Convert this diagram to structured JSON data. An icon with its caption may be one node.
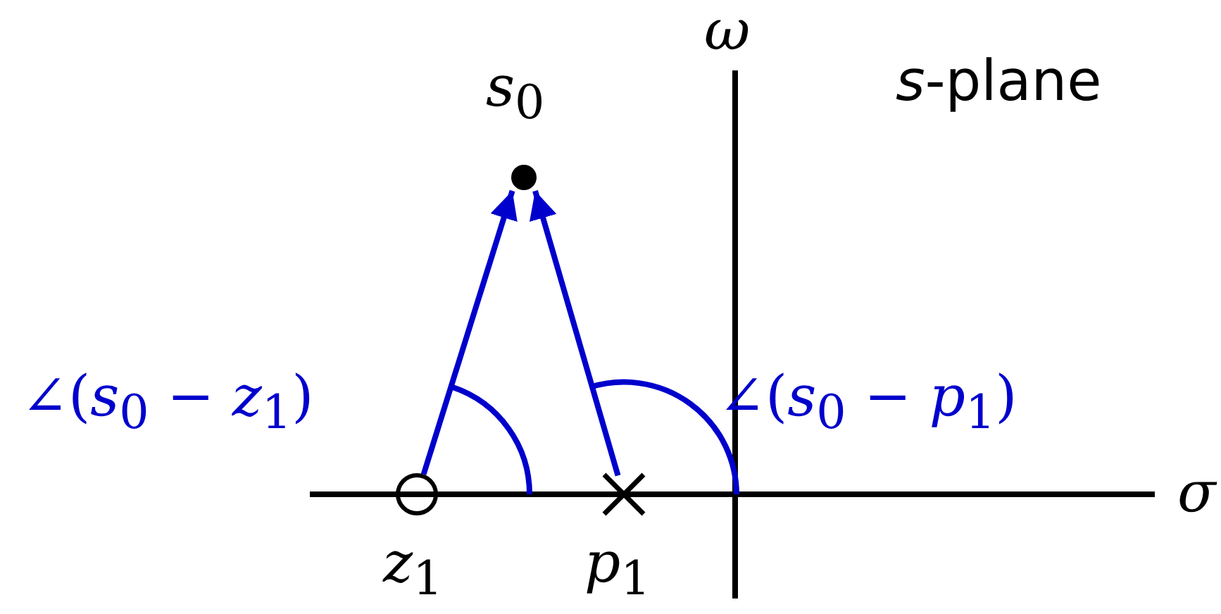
{
  "diagram": {
    "nodes": [
      {
        "text": [],
        "shape": "circle",
        "beside": [
          "*s*$_{0}$"
        ]
      },
      {
        "text": [],
        "shape": "circle",
        "beside": [
          "*z*$_{1}$"
        ]
      },
      {
        "text": [],
        "shape": "cross",
        "beside": [
          "*p*$_{1}$"
        ]
      }
    ],
    "edges": [
      {
        "from": 1,
        "to": 0,
        "arrow": "to"
      },
      {
        "from": 2,
        "to": 0,
        "arrow": "to"
      }
    ],
    "labels": [
      "*ω*",
      "*s*-plane",
      "∠(*s*$_{0}$ − *z*$_{1}$)",
      "∠(*s*$_{0}$ − *p*$_{1}$)",
      "*σ*"
    ]
  }
}
